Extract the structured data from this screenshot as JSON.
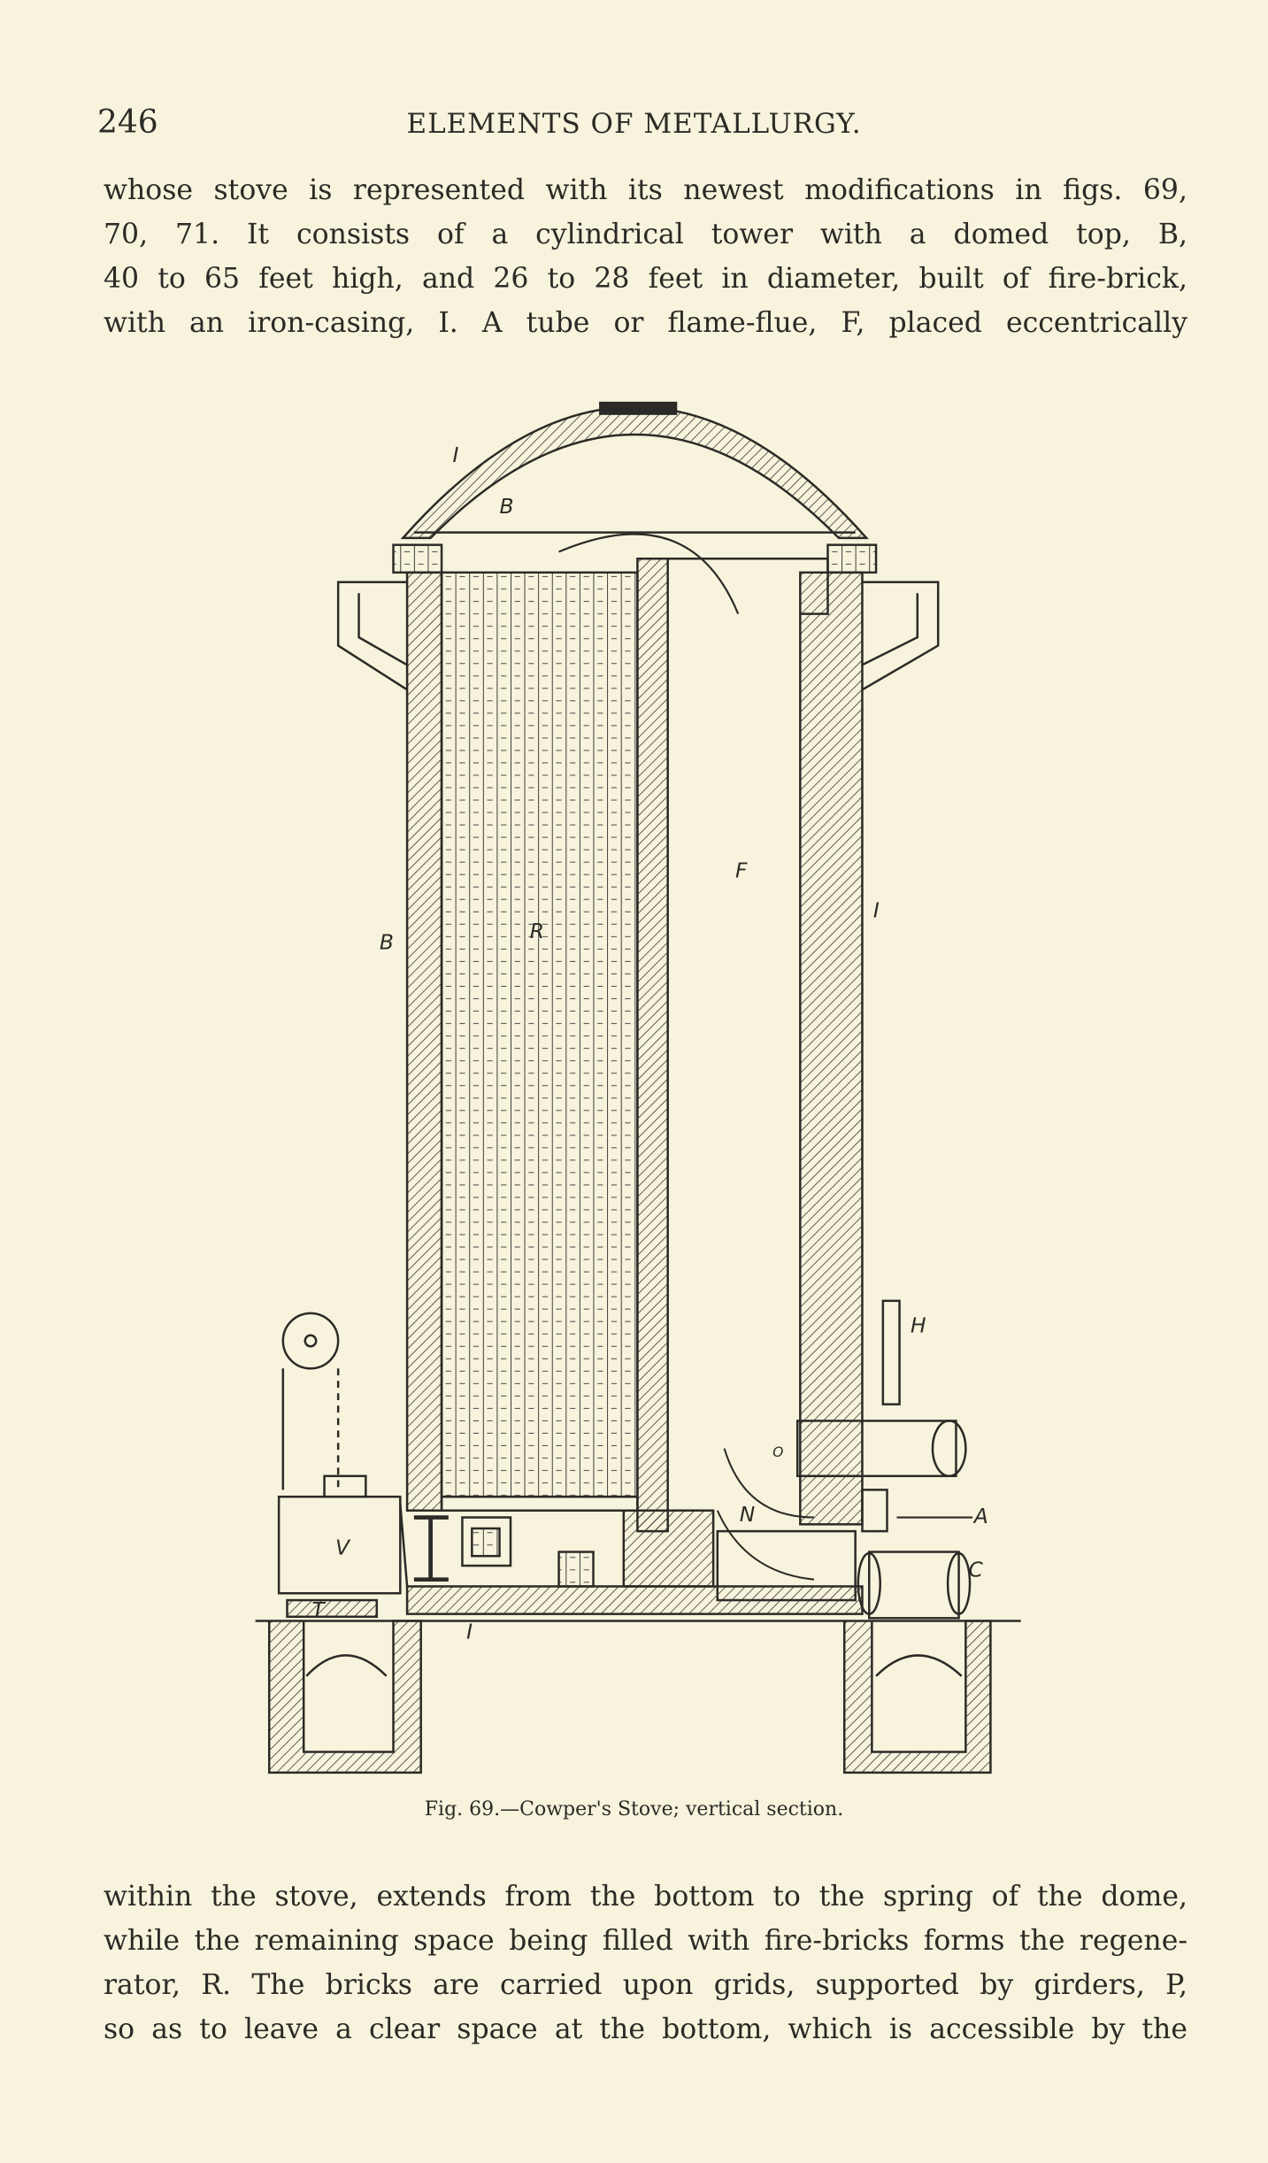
{
  "header": {
    "page_number": "246",
    "running_title": "ELEMENTS OF METALLURGY."
  },
  "top_paragraph": {
    "lines": [
      "whose stove is represented with its newest modifications in figs. 69,",
      "70, 71.  It consists of a cylindrical tower with a domed top, B,",
      "40 to 65 feet high, and 26 to 28 feet in diameter, built of fire-brick,",
      "with an iron-casing, I.  A tube or flame-flue, F, placed eccentrically"
    ]
  },
  "figure": {
    "caption": "Fig. 69.—Cowper's Stove; vertical section.",
    "labels": {
      "casing_top": "I",
      "dome": "B",
      "wall": "B",
      "regenerator": "R",
      "flue": "F",
      "casing_right": "I",
      "h": "H",
      "o": "O",
      "n": "N",
      "a": "A",
      "c": "C",
      "v": "V",
      "t": "T",
      "casing_bottom": "I"
    }
  },
  "bottom_paragraph": {
    "lines": [
      "within the stove, extends from the bottom to the spring of the dome,",
      "while the remaining space being filled with fire-bricks forms the regene-",
      "rator, R.  The bricks are carried upon grids, supported by girders, P,",
      "so as to leave a clear space at the bottom, which is accessible by the"
    ]
  }
}
